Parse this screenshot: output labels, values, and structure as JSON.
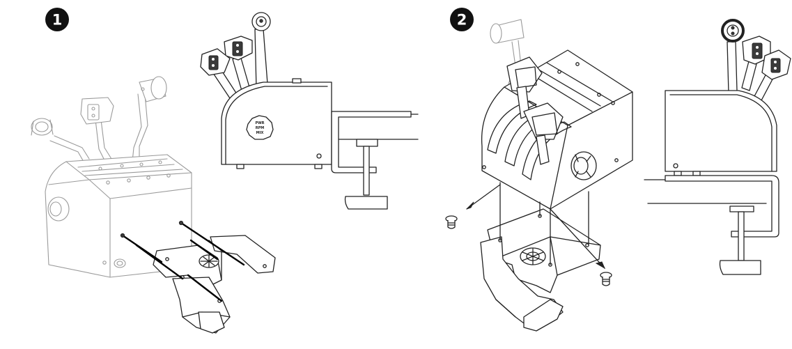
{
  "steps": [
    {
      "number": "1"
    },
    {
      "number": "2"
    }
  ],
  "dial_labels": {
    "line1": "PWR",
    "line2": "RPM",
    "line3": "MIX"
  }
}
